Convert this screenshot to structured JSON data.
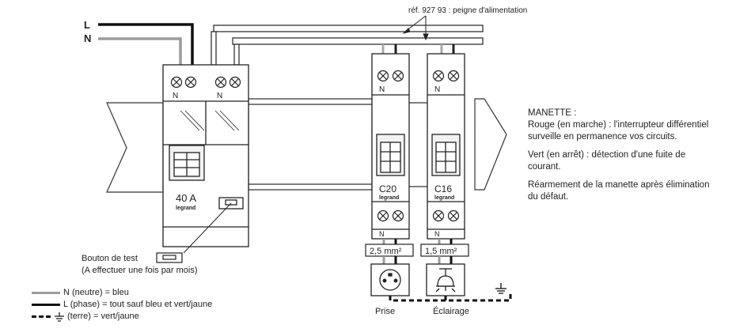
{
  "wires": {
    "phase_label": "L",
    "neutral_label": "N",
    "colors": {
      "phase": "#111111",
      "neutral": "#9b9b9b",
      "earth": "#111111"
    }
  },
  "comb_ref": "réf. 927 93 : peigne d'alimentation",
  "differential": {
    "terminal_labels": [
      "N",
      "N"
    ],
    "rating": "40 A",
    "brand": "legrand"
  },
  "breakers": [
    {
      "terminal_label": "N",
      "rating": "C20",
      "brand": "legrand",
      "bottom_label": "N",
      "wire_section": "2,5 mm²",
      "load": "Prise",
      "load_icon": "socket-icon"
    },
    {
      "terminal_label": "N",
      "rating": "C16",
      "brand": "legrand",
      "bottom_label": "N",
      "wire_section": "1,5 mm²",
      "load": "Éclairage",
      "load_icon": "lamp-icon"
    }
  ],
  "test_button": {
    "line1": "Bouton de test",
    "line2": "(A effectuer une fois par mois)"
  },
  "manette": {
    "title": "MANETTE :",
    "on": "Rouge (en marche) : l'interrupteur différentiel surveille en permanence vos circuits.",
    "off": "Vert (en arrêt) : détection d'une fuite de courant.",
    "reset": "Réarmement de la manette après élimination du défaut."
  },
  "legend": [
    {
      "style": "neutral",
      "text": "N (neutre) = bleu"
    },
    {
      "style": "phase",
      "text": "L (phase) = tout sauf bleu et vert/jaune"
    },
    {
      "style": "earth",
      "text": "(terre) = vert/jaune"
    }
  ]
}
